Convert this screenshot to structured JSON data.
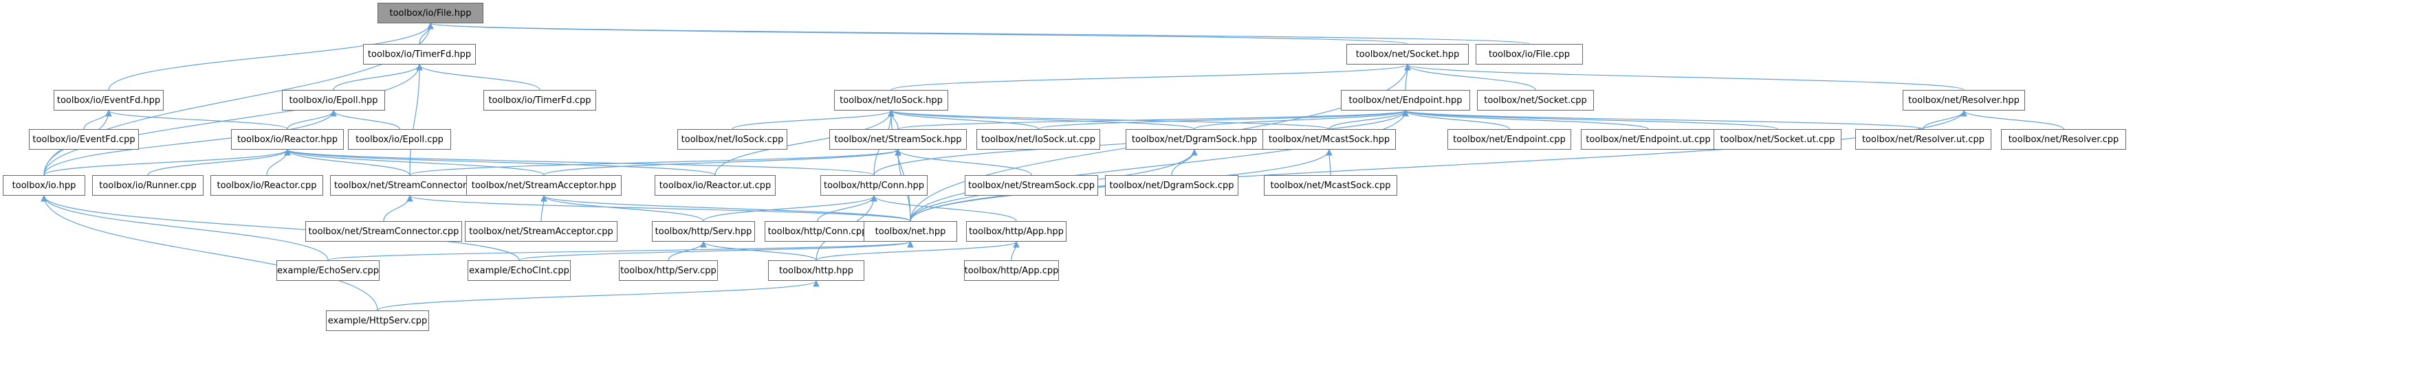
{
  "colors": {
    "edge": "#63a1d8",
    "node_border": "#666666",
    "root_fill": "#999999",
    "node_fill": "#ffffff"
  },
  "nodes": {
    "file_hpp": "toolbox/io/File.hpp",
    "timerfd_hpp": "toolbox/io/TimerFd.hpp",
    "socket_hpp": "toolbox/net/Socket.hpp",
    "file_cpp": "toolbox/io/File.cpp",
    "eventfd_hpp": "toolbox/io/EventFd.hpp",
    "epoll_hpp": "toolbox/io/Epoll.hpp",
    "timerfd_cpp": "toolbox/io/TimerFd.cpp",
    "iosock_hpp": "toolbox/net/IoSock.hpp",
    "endpoint_hpp": "toolbox/net/Endpoint.hpp",
    "socket_cpp": "toolbox/net/Socket.cpp",
    "resolver_hpp": "toolbox/net/Resolver.hpp",
    "eventfd_cpp": "toolbox/io/EventFd.cpp",
    "reactor_hpp": "toolbox/io/Reactor.hpp",
    "epoll_cpp": "toolbox/io/Epoll.cpp",
    "iosock_cpp": "toolbox/net/IoSock.cpp",
    "streamsock_hpp": "toolbox/net/StreamSock.hpp",
    "iosock_ut_cpp": "toolbox/net/IoSock.ut.cpp",
    "dgramsock_hpp": "toolbox/net/DgramSock.hpp",
    "mcastsock_hpp": "toolbox/net/McastSock.hpp",
    "endpoint_cpp": "toolbox/net/Endpoint.cpp",
    "endpoint_ut_cpp": "toolbox/net/Endpoint.ut.cpp",
    "socket_ut_cpp": "toolbox/net/Socket.ut.cpp",
    "resolver_ut_cpp": "toolbox/net/Resolver.ut.cpp",
    "resolver_cpp": "toolbox/net/Resolver.cpp",
    "io_hpp": "toolbox/io.hpp",
    "runner_cpp": "toolbox/io/Runner.cpp",
    "reactor_cpp": "toolbox/io/Reactor.cpp",
    "streamconnector_hpp": "toolbox/net/StreamConnector.hpp",
    "streamacceptor_hpp": "toolbox/net/StreamAcceptor.hpp",
    "reactor_ut_cpp": "toolbox/io/Reactor.ut.cpp",
    "conn_hpp": "toolbox/http/Conn.hpp",
    "streamsock_cpp": "toolbox/net/StreamSock.cpp",
    "dgramsock_cpp": "toolbox/net/DgramSock.cpp",
    "mcastsock_cpp": "toolbox/net/McastSock.cpp",
    "streamconnector_cpp": "toolbox/net/StreamConnector.cpp",
    "streamacceptor_cpp": "toolbox/net/StreamAcceptor.cpp",
    "serv_hpp": "toolbox/http/Serv.hpp",
    "conn_cpp": "toolbox/http/Conn.cpp",
    "net_hpp": "toolbox/net.hpp",
    "app_hpp": "toolbox/http/App.hpp",
    "echoserv_cpp": "example/EchoServ.cpp",
    "echoclnt_cpp": "example/EchoClnt.cpp",
    "serv_cpp": "toolbox/http/Serv.cpp",
    "http_hpp": "toolbox/http.hpp",
    "app_cpp": "toolbox/http/App.cpp",
    "httpserv_cpp": "example/HttpServ.cpp"
  }
}
